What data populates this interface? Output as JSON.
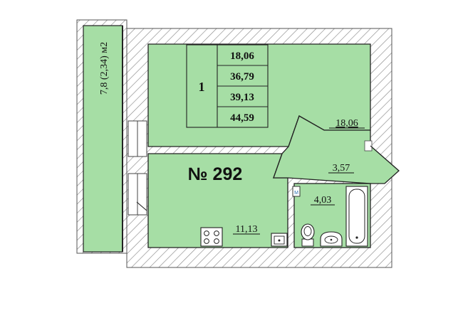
{
  "plan": {
    "unit_number": "№ 292",
    "balcony_label": "7,8 (2,34) м2",
    "rooms_count": "1",
    "areas_table": [
      "18,06",
      "36,79",
      "39,13",
      "44,59"
    ],
    "room_living_area": "18,06",
    "hall_area": "3,57",
    "bath_area": "4,03",
    "kitchen_area": "11,13"
  },
  "colors": {
    "room_fill": "#a6dea5",
    "wall_hatch": "#8a8a8a",
    "line": "#222222"
  },
  "icons": [
    "stove-icon",
    "sink-icon",
    "toilet-icon",
    "washbasin-icon",
    "bathtub-icon",
    "boiler-icon"
  ]
}
